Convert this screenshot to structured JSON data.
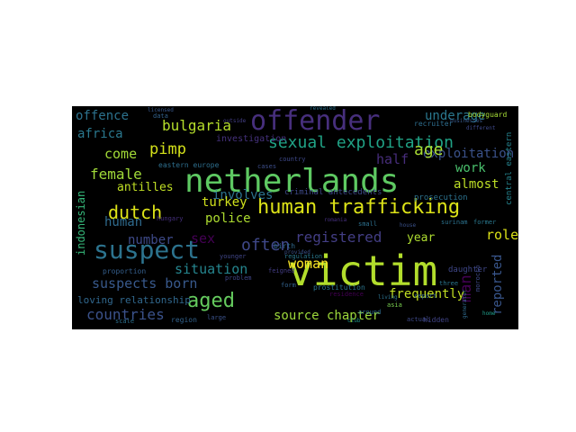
{
  "wordcloud": {
    "background": "#000000",
    "words": [
      {
        "text": "victim",
        "color": "#b2dd2c"
      },
      {
        "text": "netherlands",
        "color": "#5ec962"
      },
      {
        "text": "offender",
        "color": "#472f7d"
      },
      {
        "text": "human trafficking",
        "color": "#dde318"
      },
      {
        "text": "suspect",
        "color": "#2c738e"
      },
      {
        "text": "sexual exploitation",
        "color": "#20a386"
      },
      {
        "text": "aged",
        "color": "#65cb5e"
      },
      {
        "text": "dutch",
        "color": "#dde318"
      },
      {
        "text": "registered",
        "color": "#433e85"
      },
      {
        "text": "often",
        "color": "#3f4889"
      },
      {
        "text": "pimp",
        "color": "#d5e21a"
      },
      {
        "text": "bulgaria",
        "color": "#b5de2b"
      },
      {
        "text": "woman",
        "color": "#fde725"
      },
      {
        "text": "female",
        "color": "#a0da39"
      },
      {
        "text": "suspects born",
        "color": "#38598c"
      },
      {
        "text": "frequently",
        "color": "#c2df23"
      },
      {
        "text": "source chapter",
        "color": "#9dd93b"
      },
      {
        "text": "countries",
        "color": "#3b528b"
      },
      {
        "text": "situation",
        "color": "#25858e"
      },
      {
        "text": "involves",
        "color": "#2c728e"
      },
      {
        "text": "police",
        "color": "#addc30"
      },
      {
        "text": "underage",
        "color": "#2a788e"
      },
      {
        "text": "exploitation",
        "color": "#3b528b"
      },
      {
        "text": "age",
        "color": "#a8db34"
      },
      {
        "text": "half",
        "color": "#472d7b"
      },
      {
        "text": "come",
        "color": "#a2da37"
      },
      {
        "text": "antilles",
        "color": "#c0df25"
      },
      {
        "text": "sex",
        "color": "#440154"
      },
      {
        "text": "human",
        "color": "#2f6b8e"
      },
      {
        "text": "turkey",
        "color": "#d0e11c"
      },
      {
        "text": "number",
        "color": "#3e4a89"
      },
      {
        "text": "role",
        "color": "#dde318"
      },
      {
        "text": "year",
        "color": "#addc30"
      },
      {
        "text": "almost",
        "color": "#bddf26"
      },
      {
        "text": "work",
        "color": "#4ac16d"
      },
      {
        "text": "africa",
        "color": "#2a788e"
      },
      {
        "text": "offence",
        "color": "#2c728e"
      },
      {
        "text": "loving relationship",
        "color": "#31688e"
      },
      {
        "text": "man",
        "color": "#440154"
      },
      {
        "text": "reported",
        "color": "#39568c"
      },
      {
        "text": "indonesian",
        "color": "#35b779"
      },
      {
        "text": "investigation",
        "color": "#46327e"
      },
      {
        "text": "eastern europe",
        "color": "#2e6f8e"
      },
      {
        "text": "criminal antecedents",
        "color": "#3e4989"
      },
      {
        "text": "prosecution",
        "color": "#2c728e"
      },
      {
        "text": "central eastern",
        "color": "#25838e"
      },
      {
        "text": "recruiter",
        "color": "#2e6e8e"
      },
      {
        "text": "bodyguard",
        "color": "#a5db36"
      },
      {
        "text": "daughter",
        "color": "#3f4788"
      },
      {
        "text": "hidden",
        "color": "#414487"
      },
      {
        "text": "prostitution",
        "color": "#2b758e"
      },
      {
        "text": "residence",
        "color": "#440154"
      },
      {
        "text": "region",
        "color": "#33638d"
      },
      {
        "text": "large",
        "color": "#3b528b"
      },
      {
        "text": "hungary",
        "color": "#46307e"
      },
      {
        "text": "birth",
        "color": "#31688e"
      },
      {
        "text": "younger",
        "color": "#404688"
      },
      {
        "text": "proportion",
        "color": "#355f8d"
      },
      {
        "text": "problem",
        "color": "#404688"
      },
      {
        "text": "feigned",
        "color": "#433d84"
      },
      {
        "text": "form",
        "color": "#33628d"
      },
      {
        "text": "scale",
        "color": "#2d708e"
      },
      {
        "text": "asia",
        "color": "#7ad151"
      },
      {
        "text": "actual",
        "color": "#3e4a89"
      },
      {
        "text": "home",
        "color": "#1f9e89"
      },
      {
        "text": "morocco",
        "color": "#3e4a89"
      },
      {
        "text": "surinam",
        "color": "#2c728e"
      },
      {
        "text": "former",
        "color": "#2a788e"
      },
      {
        "text": "house",
        "color": "#3b528b"
      },
      {
        "text": "around",
        "color": "#2f6c8e"
      },
      {
        "text": "data",
        "color": "#33638d"
      },
      {
        "text": "country",
        "color": "#3e4989"
      },
      {
        "text": "different",
        "color": "#3e4989"
      },
      {
        "text": "report",
        "color": "#31688e"
      },
      {
        "text": "three",
        "color": "#2a768e"
      },
      {
        "text": "small",
        "color": "#2d708e"
      },
      {
        "text": "romania",
        "color": "#46307e"
      },
      {
        "text": "cases",
        "color": "#3d4e8a"
      },
      {
        "text": "outside",
        "color": "#433e85"
      },
      {
        "text": "living",
        "color": "#2c728e"
      },
      {
        "text": "provided",
        "color": "#3b528b"
      },
      {
        "text": "regulation",
        "color": "#2a788e"
      },
      {
        "text": "licensed",
        "color": "#38598c"
      },
      {
        "text": "generator",
        "color": "#2f6b8e"
      },
      {
        "text": "revealed",
        "color": "#2c738e"
      },
      {
        "text": "club",
        "color": "#1f958b"
      },
      {
        "text": "businesses",
        "color": "#38598c"
      }
    ]
  }
}
